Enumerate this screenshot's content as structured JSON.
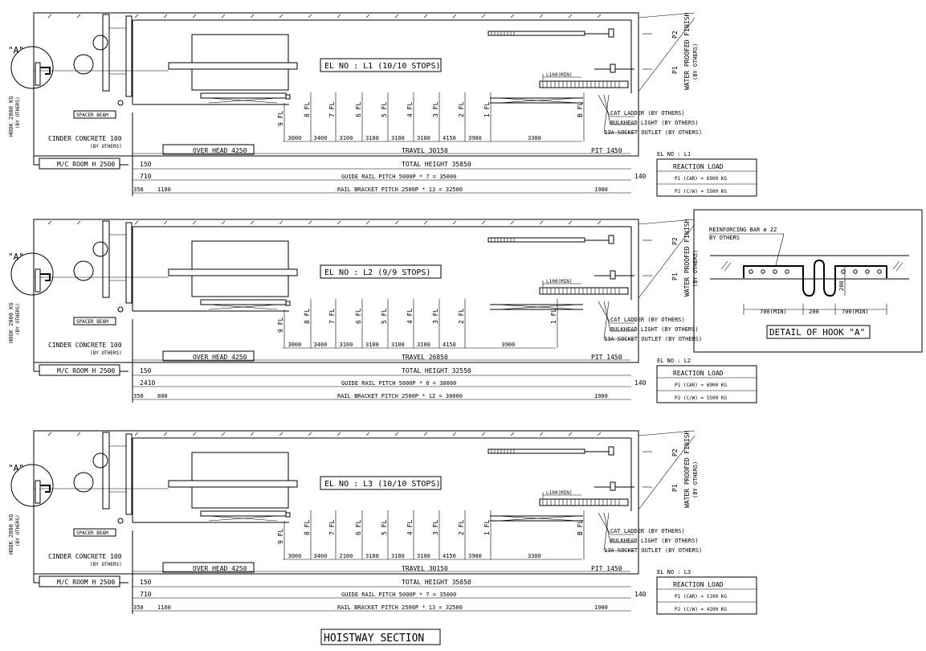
{
  "title": "HOISTWAY SECTION",
  "common": {
    "hook": "HOOK 2000 KG",
    "by_others": "(BY OTHERS)",
    "by_others_small": "(BY OTHERS)",
    "detail_callout": "\"A\"",
    "spacer_beam": "SPACER BEAM",
    "cinder": "CINDER CONCRETE 100",
    "mc_room": "M/C ROOM H 2500",
    "over_head": "OVER HEAD 4250",
    "cat_ladder": "CAT LADDER (BY OTHERS)",
    "bulkhead": "BULKHEAD LIGHT (BY OTHERS)",
    "socket": "13A SOCKET OUTLET (BY OTHERS)",
    "waterproof": "WATER PROOFED FINISH",
    "p1": "P1",
    "p2": "P2",
    "l100": "L100(MIN)",
    "reaction_load": "REACTION LOAD",
    "dim150": "150",
    "dim1900": "1900",
    "pit": "PIT 1450"
  },
  "sections": [
    {
      "el_label": "EL NO : L1 (10/10 STOPS)",
      "elno": "EL NO : L1",
      "floors": [
        "9 FL",
        "8 FL",
        "7 FL",
        "6 FL",
        "5 FL",
        "4 FL",
        "3 FL",
        "2 FL",
        "1 FL",
        "B FL"
      ],
      "dims": [
        "3000",
        "3400",
        "3100",
        "3100",
        "3100",
        "3100",
        "4150",
        "3900",
        "3300"
      ],
      "travel": "TRAVEL 30150",
      "total": "TOTAL HEIGHT 35850",
      "guide": "GUIDE RAIL PITCH 5000P * 7 = 35000",
      "guide_left": "710",
      "guide_right": "140",
      "bracket": "RAIL BRACKET PITCH 2500P * 13 = 32500",
      "bracket_left": "350",
      "bracket_left2": "1100",
      "p1_load": "P1 (CAR) = 6900 KG",
      "p2_load": "P2 (C/W) = 5500 KG"
    },
    {
      "el_label": "EL NO : L2 (9/9 STOPS)",
      "elno": "EL NO : L2",
      "floors": [
        "9 FL",
        "8 FL",
        "7 FL",
        "6 FL",
        "5 FL",
        "4 FL",
        "3 FL",
        "2 FL",
        "1 FL"
      ],
      "dims": [
        "3000",
        "3400",
        "3100",
        "3100",
        "3100",
        "3100",
        "4150",
        "3900"
      ],
      "travel": "TRAVEL 26850",
      "total": "TOTAL HEIGHT 32550",
      "guide": "GUIDE RAIL PITCH 5000P * 6 = 30000",
      "guide_left": "2410",
      "guide_right": "140",
      "bracket": "RAIL BRACKET PITCH 2500P * 12 = 30000",
      "bracket_left": "350",
      "bracket_left2": "800",
      "p1_load": "P1 (CAR) = 6900 KG",
      "p2_load": "P2 (C/W) = 5500 KG"
    },
    {
      "el_label": "EL NO : L3 (10/10 STOPS)",
      "elno": "EL NO : L3",
      "floors": [
        "9 FL",
        "8 FL",
        "7 FL",
        "6 FL",
        "5 FL",
        "4 FL",
        "3 FL",
        "2 FL",
        "1 FL",
        "B FL"
      ],
      "dims": [
        "3000",
        "3400",
        "2100",
        "3100",
        "3100",
        "3100",
        "4150",
        "3900",
        "3300"
      ],
      "travel": "TRAVEL 30150",
      "total": "TOTAL HEIGHT 35850",
      "guide": "GUIDE RAIL PITCH 5000P * 7 = 35000",
      "guide_left": "710",
      "guide_right": "140",
      "bracket": "RAIL BRACKET PITCH 2500P * 13 = 32500",
      "bracket_left": "350",
      "bracket_left2": "1100",
      "p1_load": "P1 (CAR) = 5100 KG",
      "p2_load": "P2 (C/W) = 4200 KG"
    }
  ],
  "detail": {
    "title": "DETAIL OF HOOK \"A\"",
    "bar": "REINFORCING BAR ø 22",
    "by": "BY OTHERS",
    "d700a": "700(MIN)",
    "d200": "200",
    "d700b": "700(MIN)",
    "d200v": "200"
  }
}
